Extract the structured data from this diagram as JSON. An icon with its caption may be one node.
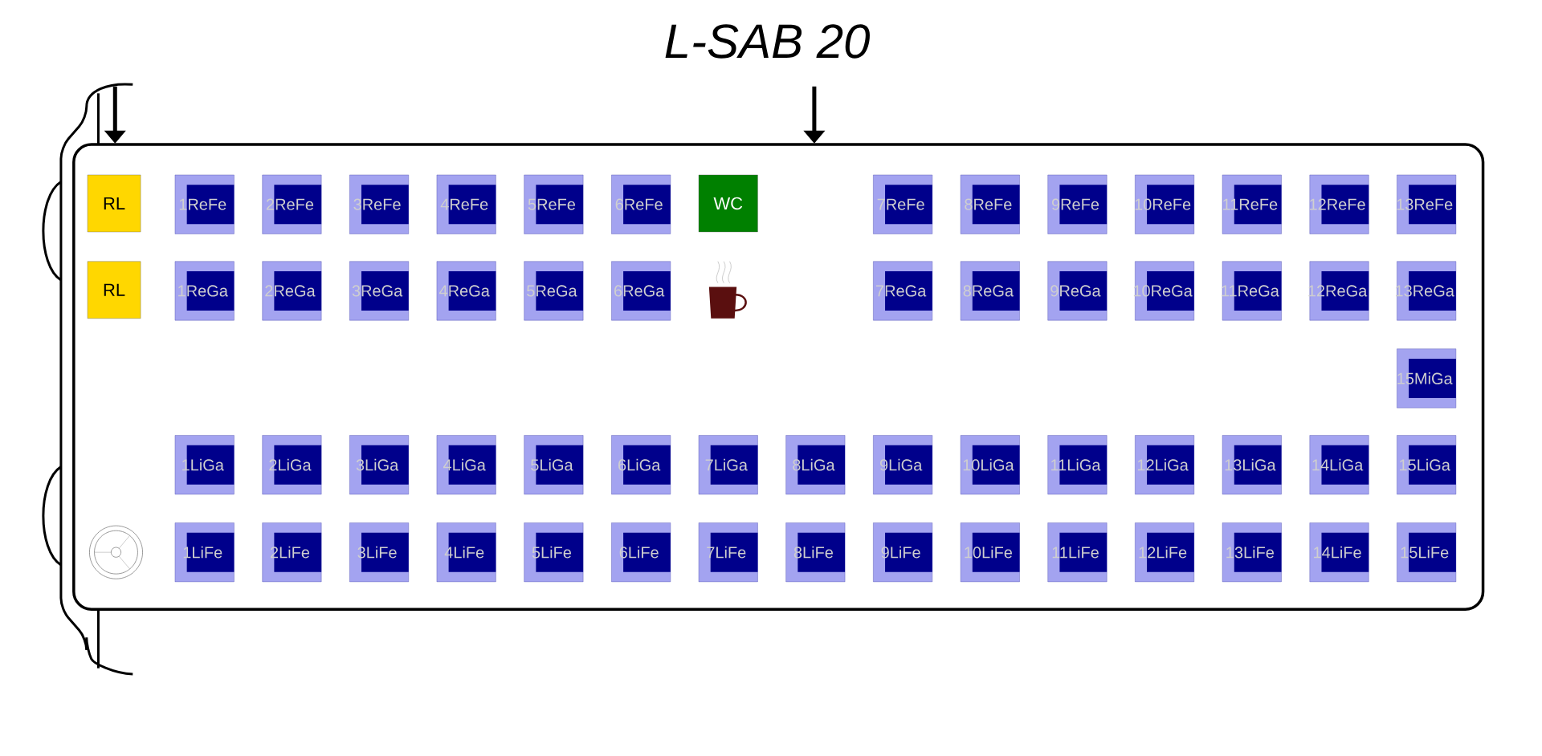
{
  "diagram": {
    "title": "L-SAB 20",
    "nodes": [
      {
        "text": [
          "RL"
        ]
      },
      {
        "text": [
          "RL"
        ]
      },
      {
        "text": [
          "1ReFe"
        ]
      },
      {
        "text": [
          "2ReFe"
        ]
      },
      {
        "text": [
          "3ReFe"
        ]
      },
      {
        "text": [
          "4ReFe"
        ]
      },
      {
        "text": [
          "5ReFe"
        ]
      },
      {
        "text": [
          "6ReFe"
        ]
      },
      {
        "text": [
          "WC"
        ]
      },
      {
        "text": [
          "7ReFe"
        ]
      },
      {
        "text": [
          "8ReFe"
        ]
      },
      {
        "text": [
          "9ReFe"
        ]
      },
      {
        "text": [
          "10ReFe"
        ]
      },
      {
        "text": [
          "11ReFe"
        ]
      },
      {
        "text": [
          "12ReFe"
        ]
      },
      {
        "text": [
          "13ReFe"
        ]
      },
      {
        "text": [
          "1ReGa"
        ]
      },
      {
        "text": [
          "2ReGa"
        ]
      },
      {
        "text": [
          "3ReGa"
        ]
      },
      {
        "text": [
          "4ReGa"
        ]
      },
      {
        "text": [
          "5ReGa"
        ]
      },
      {
        "text": [
          "6ReGa"
        ]
      },
      {
        "text": [
          "7ReGa"
        ]
      },
      {
        "text": [
          "8ReGa"
        ]
      },
      {
        "text": [
          "9ReGa"
        ]
      },
      {
        "text": [
          "10ReGa"
        ]
      },
      {
        "text": [
          "11ReGa"
        ]
      },
      {
        "text": [
          "12ReGa"
        ]
      },
      {
        "text": [
          "13ReGa"
        ]
      },
      {
        "text": [
          "15MiGa"
        ]
      },
      {
        "text": [
          "1LiGa"
        ]
      },
      {
        "text": [
          "2LiGa"
        ]
      },
      {
        "text": [
          "3LiGa"
        ]
      },
      {
        "text": [
          "4LiGa"
        ]
      },
      {
        "text": [
          "5LiGa"
        ]
      },
      {
        "text": [
          "6LiGa"
        ]
      },
      {
        "text": [
          "7LiGa"
        ]
      },
      {
        "text": [
          "8LiGa"
        ]
      },
      {
        "text": [
          "9LiGa"
        ]
      },
      {
        "text": [
          "10LiGa"
        ]
      },
      {
        "text": [
          "11LiGa"
        ]
      },
      {
        "text": [
          "12LiGa"
        ]
      },
      {
        "text": [
          "13LiGa"
        ]
      },
      {
        "text": [
          "14LiGa"
        ]
      },
      {
        "text": [
          "15LiGa"
        ]
      },
      {
        "text": [
          "1LiFe"
        ]
      },
      {
        "text": [
          "2LiFe"
        ]
      },
      {
        "text": [
          "3LiFe"
        ]
      },
      {
        "text": [
          "4LiFe"
        ]
      },
      {
        "text": [
          "5LiFe"
        ]
      },
      {
        "text": [
          "6LiFe"
        ]
      },
      {
        "text": [
          "7LiFe"
        ]
      },
      {
        "text": [
          "8LiFe"
        ]
      },
      {
        "text": [
          "9LiFe"
        ]
      },
      {
        "text": [
          "10LiFe"
        ]
      },
      {
        "text": [
          "11LiFe"
        ]
      },
      {
        "text": [
          "12LiFe"
        ]
      },
      {
        "text": [
          "13LiFe"
        ]
      },
      {
        "text": [
          "14LiFe"
        ]
      },
      {
        "text": [
          "15LiFe"
        ]
      }
    ]
  }
}
